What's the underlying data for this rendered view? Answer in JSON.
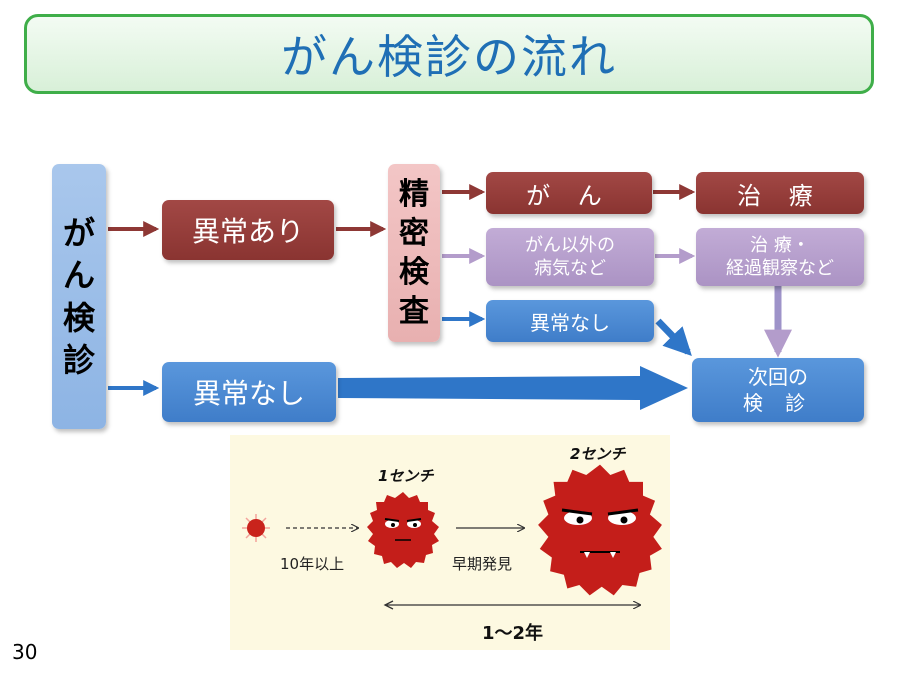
{
  "title": "がん検診の流れ",
  "boxes": {
    "gan_kenshin": [
      "が",
      "ん",
      "検",
      "診"
    ],
    "ijou_ari": "異常あり",
    "ijou_nashi_main": "異常なし",
    "seimitsu_kensa": [
      "精",
      "密",
      "検",
      "査"
    ],
    "gan": "が ん",
    "chiryou": "治 療",
    "gan_igai_line1": "がん以外の",
    "gan_igai_line2": "病気など",
    "chiryou_keika_line1": "治 療・",
    "chiryou_keika_line2": "経過観察など",
    "ijou_nashi_sub": "異常なし",
    "jikai_line1": "次回の",
    "jikai_line2": "検 診"
  },
  "colors": {
    "dark_red": "#8e3835",
    "lavender": "#b39ccb",
    "blue": "#4a88d2",
    "light_blue": "#9dbfe9",
    "pink": "#edbcbc",
    "title_border": "#3fae49",
    "title_text": "#1f6fb5"
  },
  "illustration": {
    "size_1": "1センチ",
    "size_2": "2センチ",
    "label_10years": "10年以上",
    "label_early": "早期発見",
    "range": "1〜2年"
  },
  "page_number": "30"
}
